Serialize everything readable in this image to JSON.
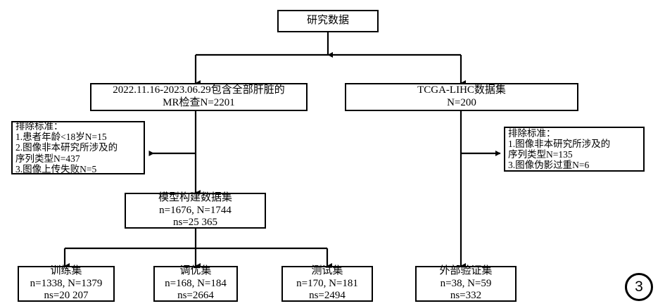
{
  "figure": {
    "number": "3",
    "type": "flowchart",
    "language": "zh-CN"
  },
  "nodes": {
    "root": {
      "lines": [
        "研究数据"
      ]
    },
    "cohort_local": {
      "lines": [
        "2022.11.16-2023.06.29包含全部肝脏的",
        "MR检查N=2201"
      ]
    },
    "cohort_tcga": {
      "lines": [
        "TCGA-LIHC数据集",
        "N=200"
      ]
    },
    "exclusion_left": {
      "lines": [
        "排除标准：",
        "1.患者年龄<18岁N=15",
        "2.图像非本研究所涉及的",
        "序列类型N=437",
        "3.图像上传失败N=5"
      ]
    },
    "exclusion_right": {
      "lines": [
        "排除标准：",
        "1.图像非本研究所涉及的",
        "序列类型N=135",
        "3.图像伪影过重N=6"
      ]
    },
    "model_dataset": {
      "lines": [
        "模型构建数据集",
        "n=1676, N=1744",
        "ns=25 365"
      ]
    },
    "train_set": {
      "lines": [
        "训练集",
        "n=1338, N=1379",
        "ns=20 207"
      ]
    },
    "tune_set": {
      "lines": [
        "调优集",
        "n=168, N=184",
        "ns=2664"
      ]
    },
    "test_set": {
      "lines": [
        "测试集",
        "n=170, N=181",
        "ns=2494"
      ]
    },
    "external_validation_set": {
      "lines": [
        "外部验证集",
        "n=38, N=59",
        "ns=332"
      ]
    }
  },
  "colors": {
    "stroke": "#000000",
    "background": "#ffffff",
    "text": "#000000"
  }
}
